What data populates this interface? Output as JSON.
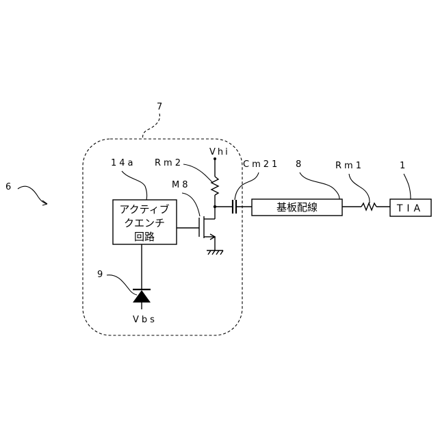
{
  "refs": {
    "ref_1": "1",
    "ref_6": "6",
    "ref_7": "7",
    "ref_8": "8",
    "ref_9": "9",
    "ref_14a": "14a",
    "rm1": "Rm1",
    "rm2": "Rm2",
    "cm21": "Cm21",
    "m8": "M8",
    "vhi": "Vhi",
    "vbs": "Vbs"
  },
  "blocks": {
    "quench_line1": "アクティブ",
    "quench_line2": "クエンチ",
    "quench_line3": "回路",
    "substrate_wiring": "基板配線",
    "tia": "TIA"
  }
}
